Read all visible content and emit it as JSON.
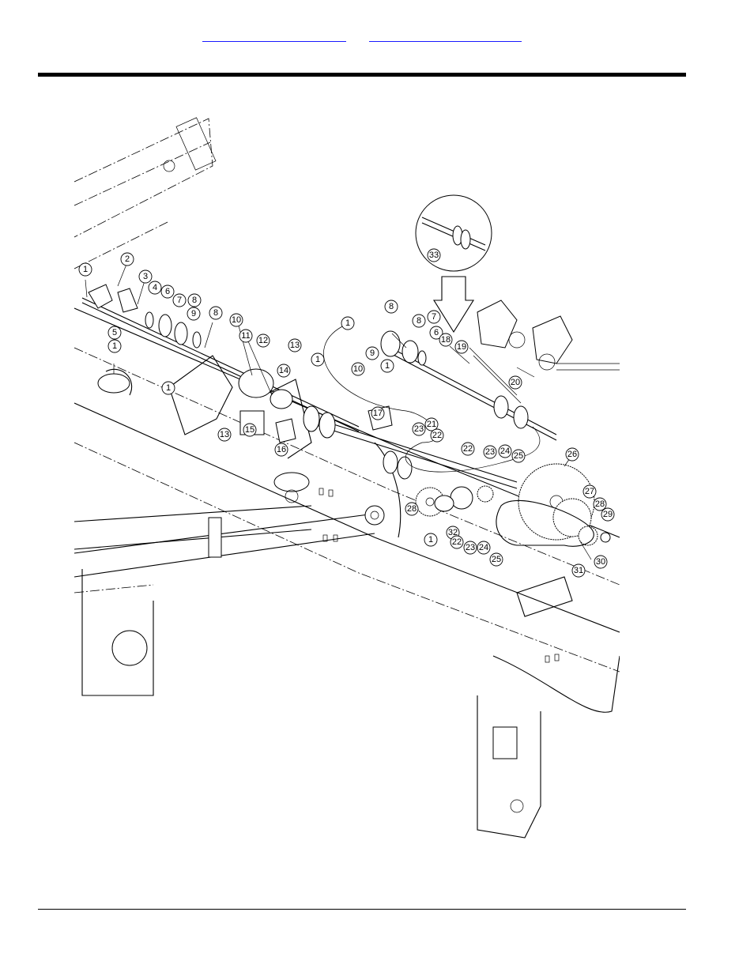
{
  "page": {
    "top_links": [
      "",
      ""
    ]
  },
  "diagram": {
    "callouts": [
      {
        "n": "1"
      },
      {
        "n": "2"
      },
      {
        "n": "3"
      },
      {
        "n": "4"
      },
      {
        "n": "6"
      },
      {
        "n": "7"
      },
      {
        "n": "8"
      },
      {
        "n": "5"
      },
      {
        "n": "9"
      },
      {
        "n": "1"
      },
      {
        "n": "8"
      },
      {
        "n": "10"
      },
      {
        "n": "11"
      },
      {
        "n": "1"
      },
      {
        "n": "12"
      },
      {
        "n": "13"
      },
      {
        "n": "1"
      },
      {
        "n": "14"
      },
      {
        "n": "10"
      },
      {
        "n": "13"
      },
      {
        "n": "15"
      },
      {
        "n": "16"
      },
      {
        "n": "17"
      },
      {
        "n": "1"
      },
      {
        "n": "8"
      },
      {
        "n": "9"
      },
      {
        "n": "8"
      },
      {
        "n": "7"
      },
      {
        "n": "6"
      },
      {
        "n": "18"
      },
      {
        "n": "19"
      },
      {
        "n": "1"
      },
      {
        "n": "20"
      },
      {
        "n": "33"
      },
      {
        "n": "21"
      },
      {
        "n": "23"
      },
      {
        "n": "22"
      },
      {
        "n": "22"
      },
      {
        "n": "23"
      },
      {
        "n": "24"
      },
      {
        "n": "25"
      },
      {
        "n": "26"
      },
      {
        "n": "27"
      },
      {
        "n": "28"
      },
      {
        "n": "28"
      },
      {
        "n": "29"
      },
      {
        "n": "1"
      },
      {
        "n": "32"
      },
      {
        "n": "22"
      },
      {
        "n": "23"
      },
      {
        "n": "24"
      },
      {
        "n": "25"
      },
      {
        "n": "31"
      },
      {
        "n": "30"
      }
    ]
  }
}
